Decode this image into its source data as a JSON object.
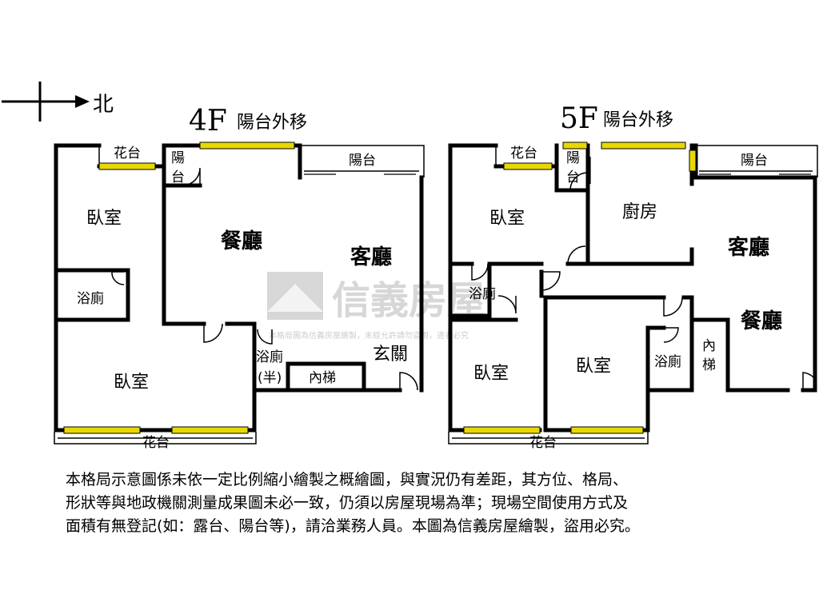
{
  "compass": {
    "label": "北"
  },
  "floor4": {
    "title": "4F",
    "note": "陽台外移",
    "rooms": {
      "planter_top": "花台",
      "balcony_small_1": "陽",
      "balcony_small_2": "台",
      "balcony": "陽台",
      "bedroom_1": "臥室",
      "dining": "餐廳",
      "living": "客廳",
      "bath": "浴廁",
      "bedroom_2": "臥室",
      "half_bath_1": "浴廁",
      "half_bath_2": "(半)",
      "stairs": "內梯",
      "entry": "玄關",
      "planter_bottom": "花台"
    }
  },
  "floor5": {
    "title": "5F",
    "note": "陽台外移",
    "rooms": {
      "planter_top": "花台",
      "balcony_small_1": "陽",
      "balcony_small_2": "台",
      "balcony": "陽台",
      "kitchen": "廚房",
      "bedroom_1": "臥室",
      "living": "客廳",
      "bath_1": "浴廁",
      "dining": "餐廳",
      "bedroom_2": "臥室",
      "bedroom_3": "臥室",
      "bath_2": "浴廁",
      "stairs_1": "內",
      "stairs_2": "梯",
      "planter_bottom": "花台"
    }
  },
  "watermark": {
    "brand": "信義房屋",
    "notice": "本格局圖為信義房屋繪製，未經允許請勿盜用，違者必究"
  },
  "disclaimer": [
    "本格局示意圖係未依一定比例縮小繪製之概繪圖，與實況仍有差距，其方位、格局、",
    "形狀等與地政機關測量成果圖未必一致，仍須以房屋現場為準；現場空間使用方式及",
    "面積有無登記(如：露台、陽台等)，請洽業務人員。本圖為信義房屋繪製，盜用必究。"
  ],
  "colors": {
    "wall": "#000000",
    "window": "#e8d800",
    "watermark": "#d3d3d3"
  }
}
